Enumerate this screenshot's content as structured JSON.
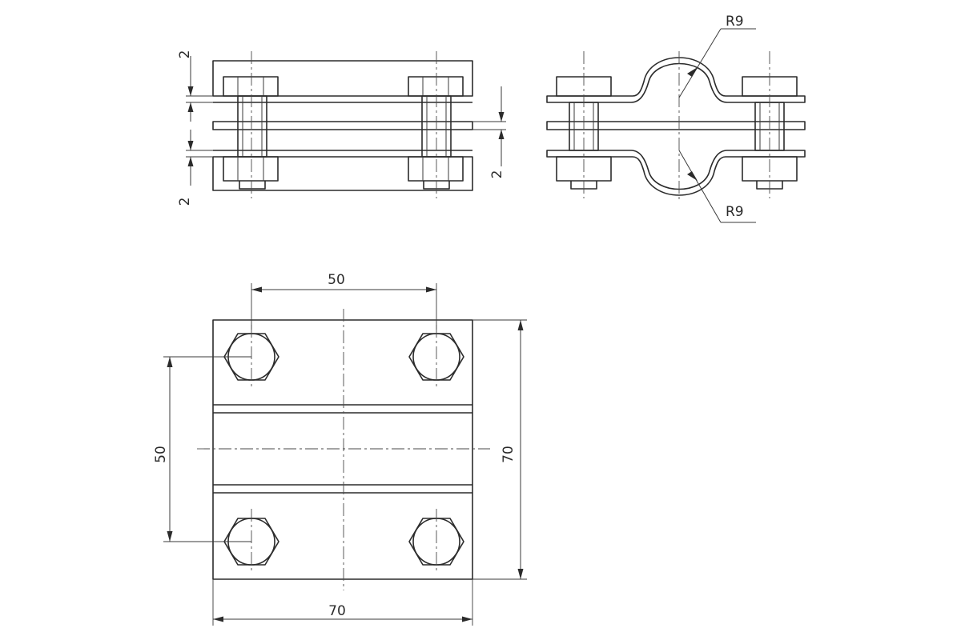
{
  "drawing": {
    "front_view": {
      "dim_top_plate": "2",
      "dim_bottom_plate": "2",
      "dim_middle_gap": "2"
    },
    "side_view": {
      "radius_top": "R9",
      "radius_bottom": "R9"
    },
    "plan_view": {
      "dim_bolt_spacing_horizontal": "50",
      "dim_bolt_spacing_vertical": "50",
      "dim_width": "70",
      "dim_height": "70"
    }
  }
}
